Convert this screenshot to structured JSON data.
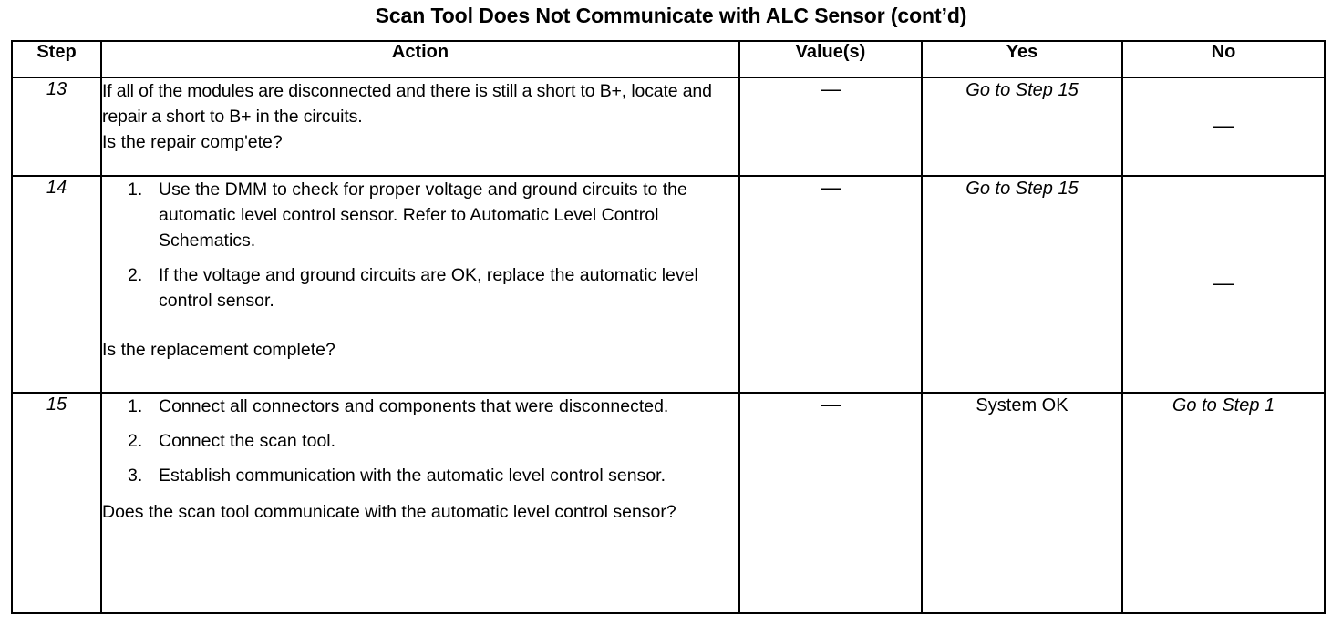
{
  "document": {
    "title": "Scan Tool Does Not Communicate with ALC Sensor (cont’d)"
  },
  "table": {
    "headers": {
      "step": "Step",
      "action": "Action",
      "value": "Value(s)",
      "yes": "Yes",
      "no": "No"
    },
    "rows": [
      {
        "step": "13",
        "action": {
          "type": "paragraphs",
          "paragraphs": [
            "If all of the modules are disconnected and there is still a short to B+, locate and repair a short to B+ in the circuits.",
            "Is the repair comp'ete?"
          ]
        },
        "value": "—",
        "yes": "Go to Step 15",
        "yes_style": "italic",
        "no": "—",
        "no_style": "normal"
      },
      {
        "step": "14",
        "action": {
          "type": "ordered-list",
          "items": [
            "Use the DMM to check for proper voltage and ground circuits to the automatic level control sensor. Refer to Automatic Level Control Schematics.",
            "If the voltage and ground circuits are OK, replace the automatic level control sensor."
          ],
          "closing": "Is the replacement complete?"
        },
        "value": "—",
        "yes": "Go to Step 15",
        "yes_style": "italic",
        "no": "—",
        "no_style": "normal"
      },
      {
        "step": "15",
        "action": {
          "type": "ordered-list",
          "items": [
            "Connect all connectors and components that were disconnected.",
            "Connect the scan tool.",
            "Establish communication with the automatic level control sensor."
          ],
          "closing": "Does the scan tool communicate with the automatic level control sensor?"
        },
        "value": "—",
        "yes": "System OK",
        "yes_style": "normal",
        "no": "Go to Step 1",
        "no_style": "italic"
      }
    ]
  },
  "colors": {
    "ink": "#000000",
    "paper": "#ffffff"
  }
}
